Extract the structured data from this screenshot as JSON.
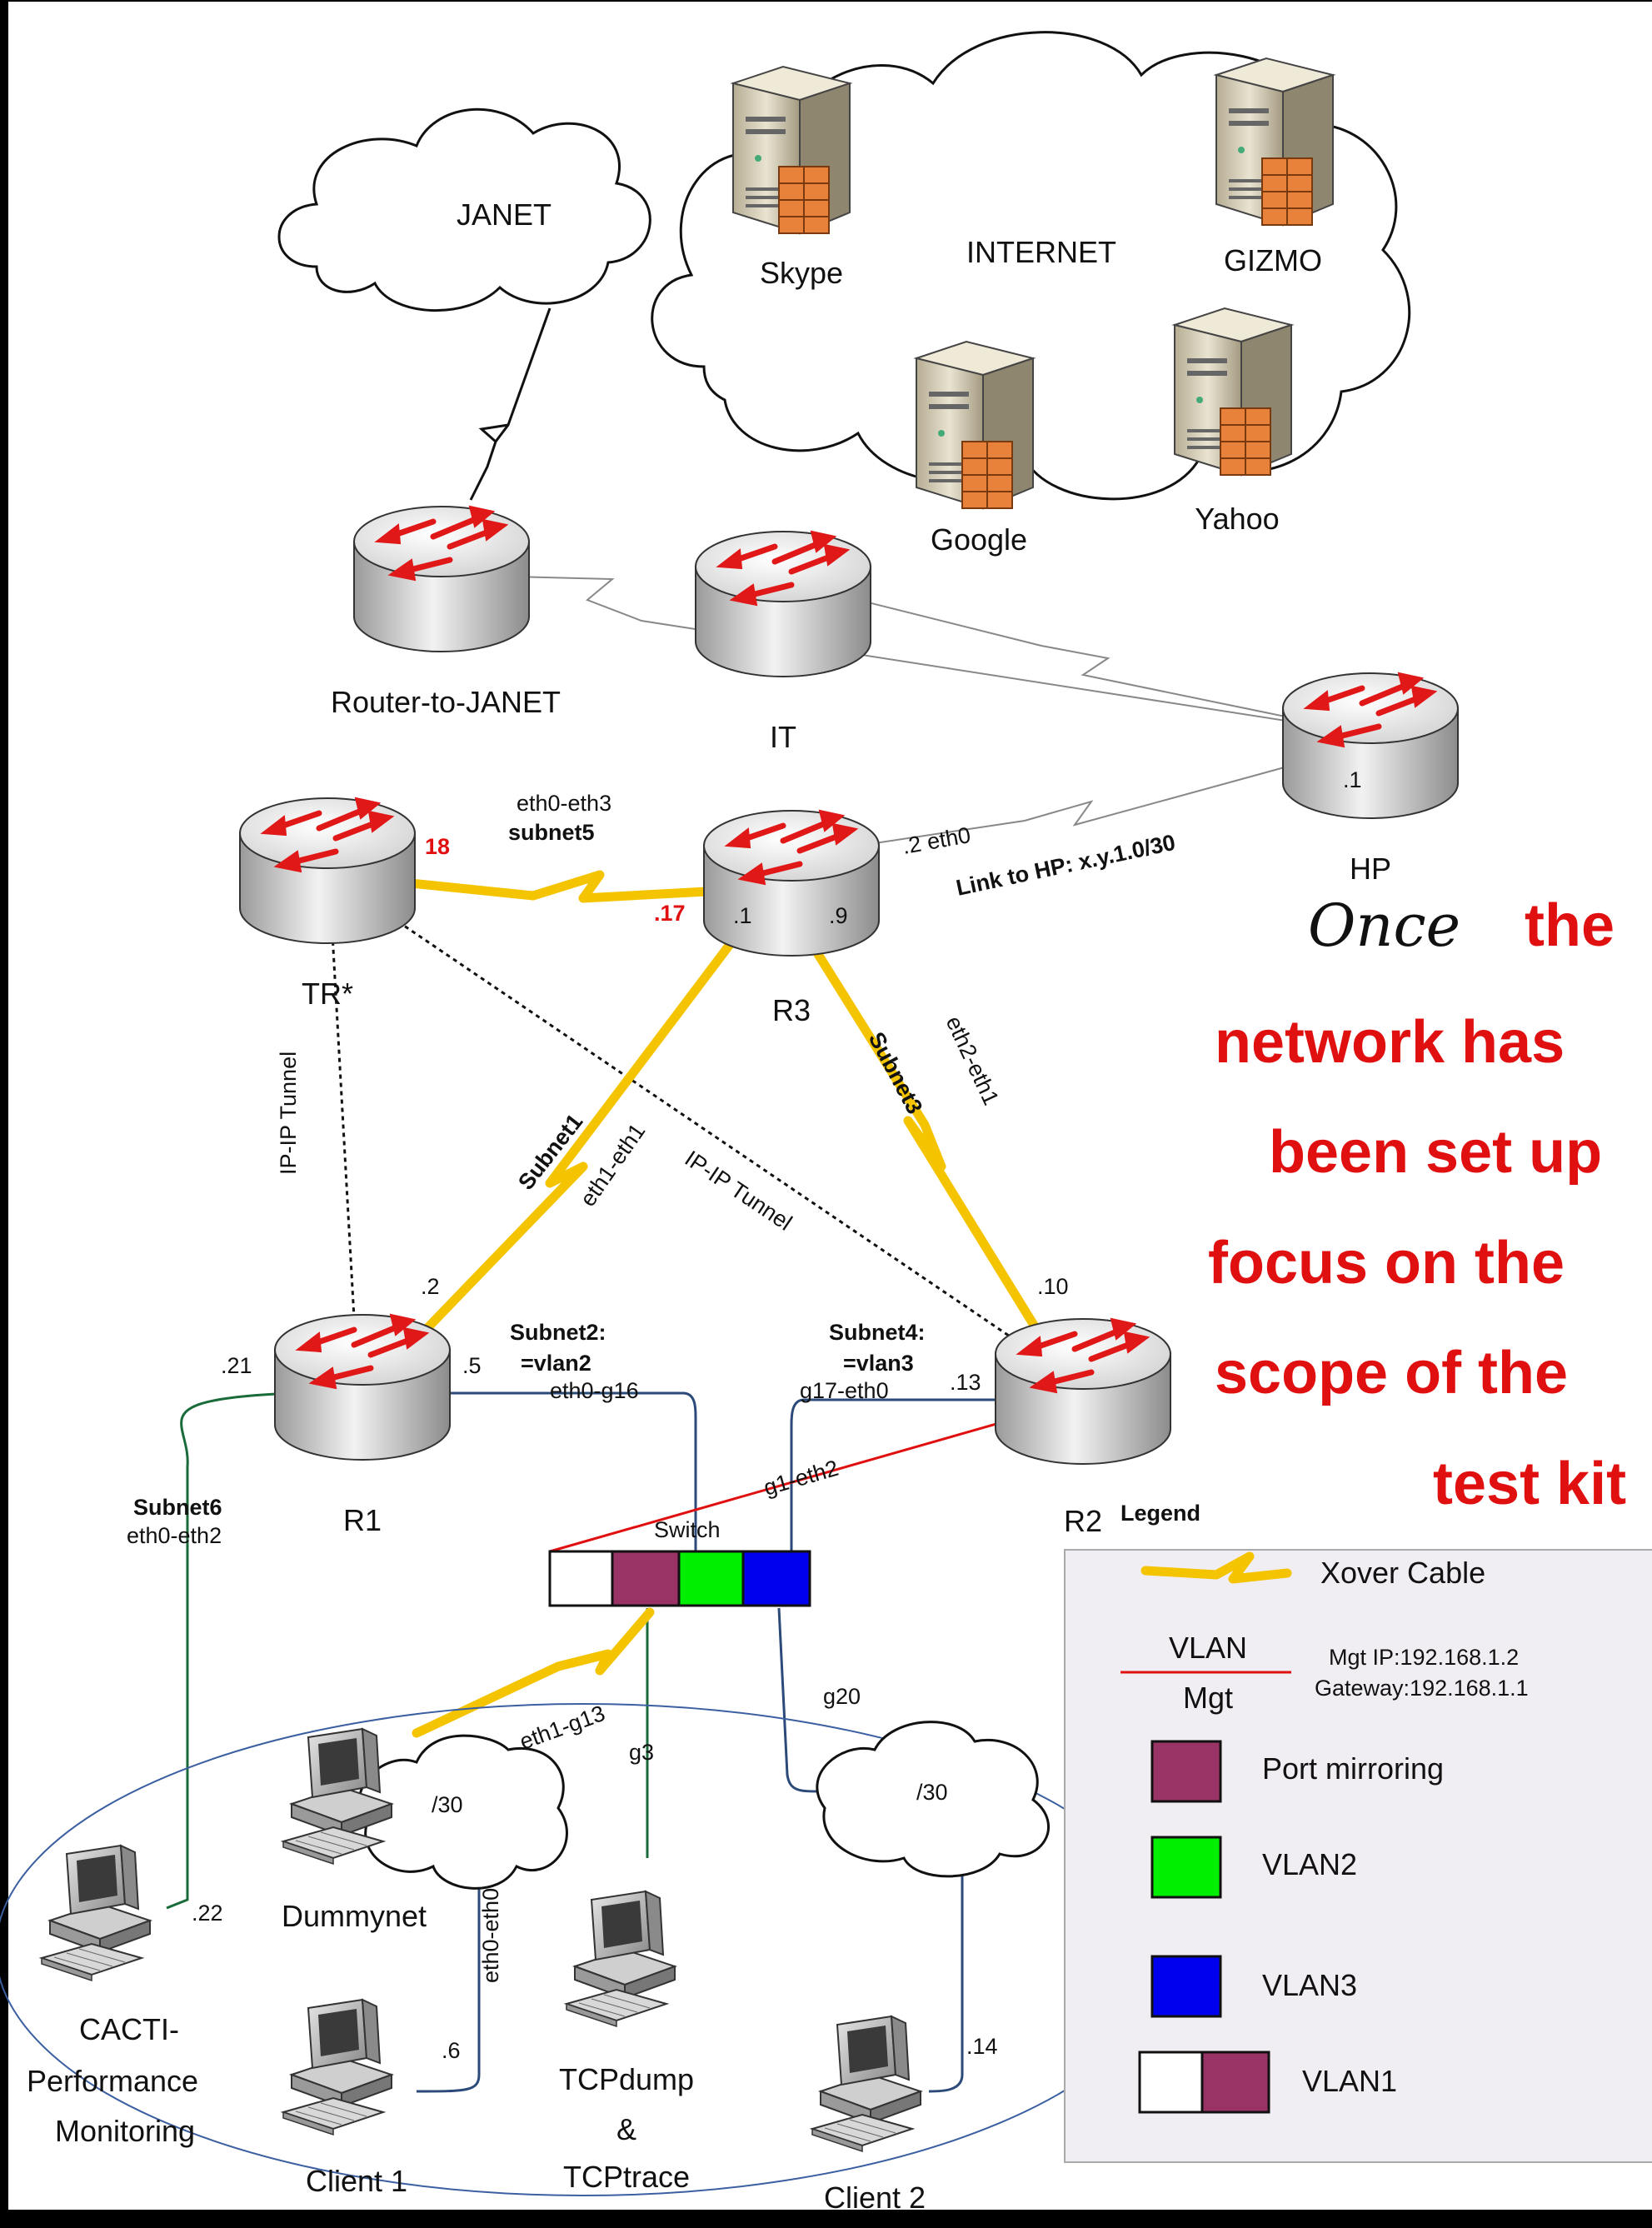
{
  "clouds": {
    "janet": "JANET",
    "internet": "INTERNET",
    "subnet_left": "/30",
    "subnet_right": "/30"
  },
  "servers": {
    "skype": "Skype",
    "gizmo": "GIZMO",
    "google": "Google",
    "yahoo": "Yahoo"
  },
  "routers": {
    "router_janet": "Router-to-JANET",
    "it": "IT",
    "hp": "HP",
    "tr": "TR*",
    "r3": "R3",
    "r1": "R1",
    "r2": "R2"
  },
  "interfaces": {
    "hp_if": ".1",
    "tr_if": "18",
    "r3_left": ".17",
    "r3_if1": ".1",
    "r3_if9": ".9",
    "r3_eth0": ".2  eth0",
    "link_hp": "Link to HP: x.y.1.0/30",
    "eth0_eth3": "eth0-eth3",
    "subnet5": "subnet5",
    "r1_if2": ".2",
    "r1_if21": ".21",
    "r1_if5": ".5",
    "r2_if10": ".10",
    "r2_if13": ".13",
    "subnet2": "Subnet2:",
    "vlan2": "=vlan2",
    "eth0_g16": "eth0-g16",
    "subnet4": "Subnet4:",
    "vlan3": "=vlan3",
    "g17_eth0": "g17-eth0",
    "subnet1": "Subnet1",
    "eth1_eth1": "eth1-eth1",
    "subnet3": "Subnet3",
    "eth2_eth1": "eth2-eth1",
    "ipip_left": "IP-IP Tunnel",
    "ipip_diag": "IP-IP Tunnel",
    "g1_eth2": "g1-eth2",
    "subnet6": "Subnet6",
    "eth0_eth2": "eth0-eth2",
    "switch": "Switch",
    "eth1_g13": "eth1-g13",
    "g3": "g3",
    "g20": "g20",
    "eth0_eth0": "eth0-eth0",
    "cacti_if": ".22",
    "client1_if": ".6",
    "client2_if": ".14"
  },
  "hosts": {
    "dummynet": "Dummynet",
    "cacti_line1": "CACTI-",
    "cacti_line2": "Performance",
    "cacti_line3": "Monitoring",
    "client1": "Client 1",
    "tcpdump_line1": "TCPdump",
    "tcpdump_line2": "&",
    "tcpdump_line3": "TCPtrace",
    "client2": "Client 2"
  },
  "callout": {
    "once": "Once",
    "line1": "the",
    "line2": "network has",
    "line3": "been set up",
    "line4": "focus on the",
    "line5": "scope of the",
    "line6": "test kit"
  },
  "legend": {
    "title": "Legend",
    "xover": "Xover Cable",
    "vlan": "VLAN",
    "mgt": "Mgt",
    "mgt_ip": "Mgt IP:192.168.1.2",
    "gateway": "Gateway:192.168.1.1",
    "port_mirroring": "Port mirroring",
    "vlan2": "VLAN2",
    "vlan3": "VLAN3",
    "vlan1": "VLAN1"
  },
  "colors": {
    "xover": "#f5c400",
    "port_mirroring": "#993366",
    "vlan2": "#00ee00",
    "vlan3": "#0000ee",
    "callout": "#e01010",
    "legend_bg": "#f1eef3"
  },
  "icons": [
    "router-icon",
    "server-icon",
    "workstation-icon",
    "cloud-icon",
    "switch-icon"
  ]
}
